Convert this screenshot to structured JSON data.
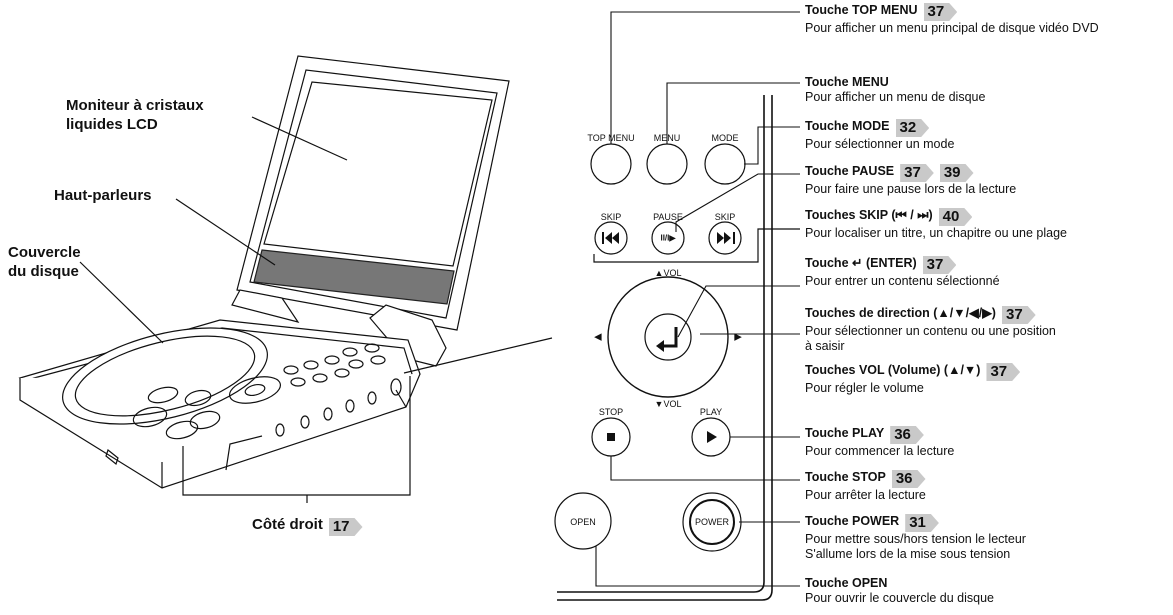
{
  "left_labels": {
    "lcd_line1": "Moniteur à cristaux",
    "lcd_line2": "liquides LCD",
    "speakers": "Haut-parleurs",
    "cover_line1": "Couvercle",
    "cover_line2": "du disque",
    "right_side": "Côté droit",
    "right_side_page": "17"
  },
  "panel": {
    "top_menu": "TOP MENU",
    "menu": "MENU",
    "mode": "MODE",
    "skip_left": "SKIP",
    "pause": "PAUSE",
    "skip_right": "SKIP",
    "vol_up": "▲VOL",
    "vol_down": "▼VOL",
    "stop": "STOP",
    "play": "PLAY",
    "open": "OPEN",
    "power": "POWER",
    "pause_symbol": "II/I▶",
    "left_arrow": "◀",
    "right_arrow": "▶"
  },
  "callouts": [
    {
      "title": "Touche TOP MENU",
      "pages": [
        "37"
      ],
      "desc": [
        "Pour afficher un menu principal de disque vidéo DVD"
      ]
    },
    {
      "title": "Touche MENU",
      "pages": [],
      "desc": [
        "Pour afficher un menu de disque"
      ]
    },
    {
      "title": "Touche MODE",
      "pages": [
        "32"
      ],
      "desc": [
        "Pour sélectionner un mode"
      ]
    },
    {
      "title": "Touche PAUSE",
      "pages": [
        "37",
        "39"
      ],
      "desc": [
        "Pour faire une pause lors de la lecture"
      ]
    },
    {
      "title": "Touches SKIP (⏮ / ⏭)",
      "pages": [
        "40"
      ],
      "desc": [
        "Pour localiser un titre, un chapitre ou une plage"
      ]
    },
    {
      "title": "Touche ↵ (ENTER)",
      "pages": [
        "37"
      ],
      "desc": [
        "Pour entrer un contenu sélectionné"
      ]
    },
    {
      "title": "Touches de direction (▲/▼/◀/▶)",
      "pages": [
        "37"
      ],
      "desc": [
        "Pour sélectionner un contenu ou une position",
        "à saisir"
      ]
    },
    {
      "title": "Touches VOL (Volume) (▲/▼)",
      "pages": [
        "37"
      ],
      "desc": [
        "Pour régler le volume"
      ]
    },
    {
      "title": "Touche PLAY",
      "pages": [
        "36"
      ],
      "desc": [
        "Pour commencer la lecture"
      ]
    },
    {
      "title": "Touche STOP",
      "pages": [
        "36"
      ],
      "desc": [
        "Pour arrêter la lecture"
      ]
    },
    {
      "title": "Touche POWER",
      "pages": [
        "31"
      ],
      "desc": [
        "Pour mettre sous/hors tension le lecteur",
        "S'allume lors de la mise sous tension"
      ]
    },
    {
      "title": "Touche OPEN",
      "pages": [],
      "desc": [
        "Pour ouvrir le couvercle du disque"
      ]
    }
  ]
}
